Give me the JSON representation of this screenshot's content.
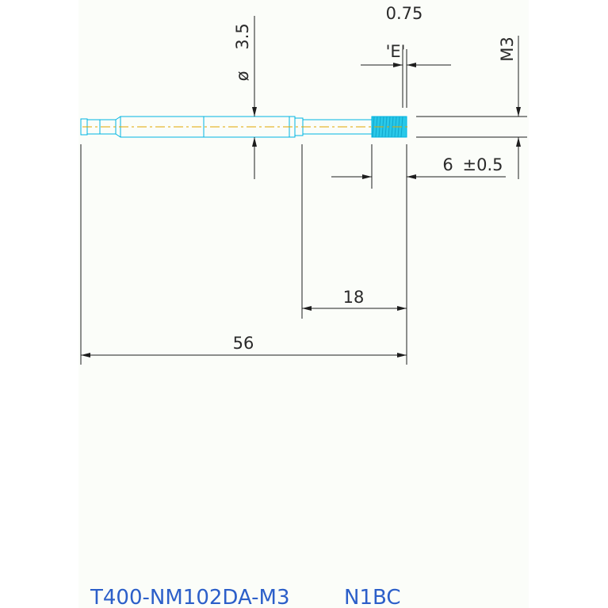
{
  "drawing": {
    "part_number": "T400-NM102DA-M3",
    "code": "N1BC",
    "dimensions": {
      "overall_length": "56",
      "neck_length": "18",
      "thread_length": "6",
      "thread_tolerance": "±0.5",
      "diameter_symbol": "ø",
      "diameter_value": "3.5",
      "thread_size": "M3",
      "view_label": "'E'",
      "offset": "0.75"
    },
    "colors": {
      "outline": "#00b5e2",
      "centerline": "#e0a800",
      "thread": "#29c8e8",
      "dimension": "#1e1e1e",
      "title": "#2c5fc9"
    }
  }
}
